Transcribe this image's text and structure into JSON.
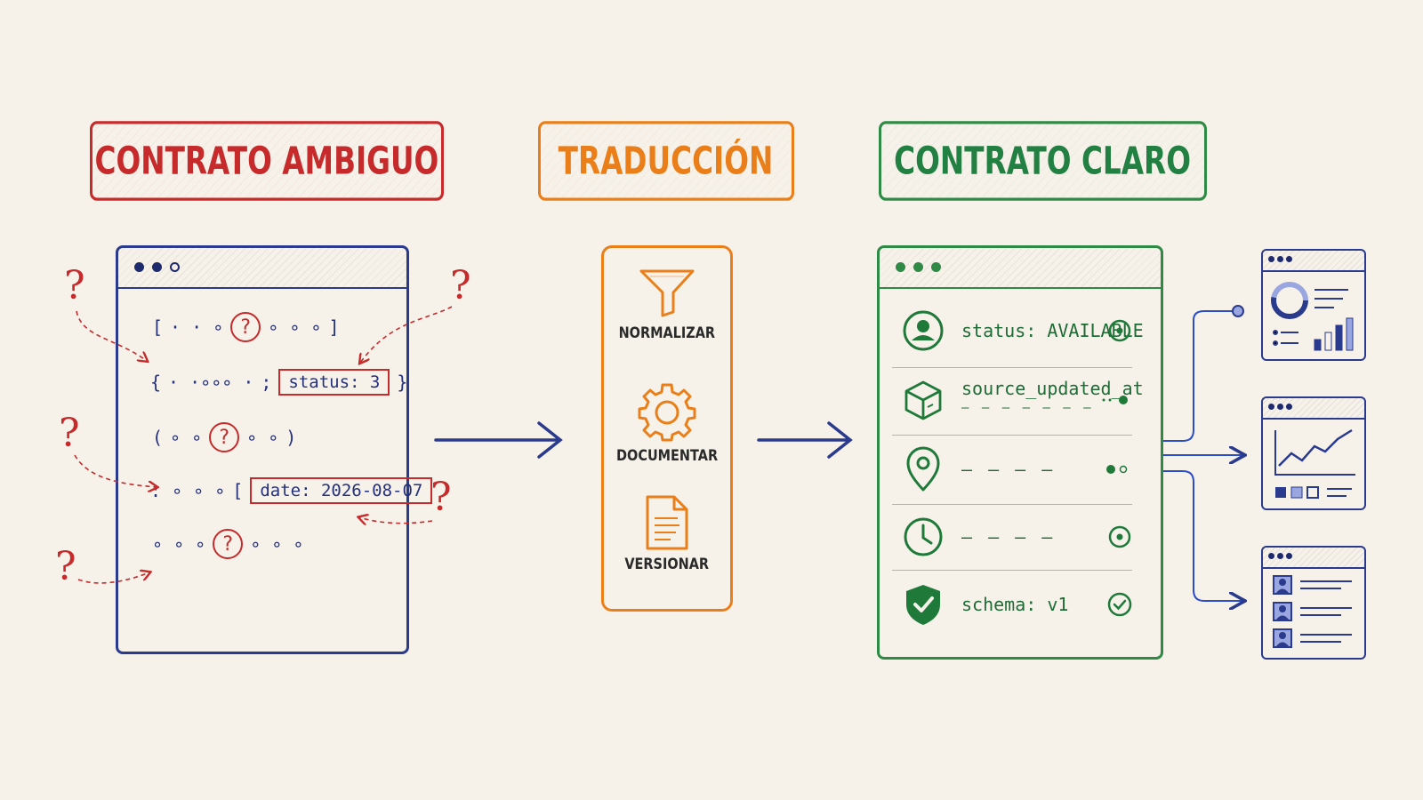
{
  "titles": {
    "ambiguous": "CONTRATO AMBIGUO",
    "translation": "TRADUCCIÓN",
    "clear": "CONTRATO CLARO"
  },
  "ambiguous_contract": {
    "line1": {
      "open": "[",
      "dots_a": "· · ∘",
      "question": "?",
      "dots_b": "∘ ∘ ∘",
      "close": "]"
    },
    "line2": {
      "open": "{",
      "dots": "· ·∘∘∘  ·",
      "sep": ";",
      "boxed": "status: 3",
      "close": "}"
    },
    "line3": {
      "open": "(",
      "dots_a": "∘ ∘",
      "question": "?",
      "dots_b": "∘ ∘",
      "close": ")"
    },
    "line4": {
      "prefix": ":  ∘ ∘ ∘",
      "bracket": "[",
      "boxed": "date: 2026-08-07"
    },
    "line5": {
      "dots_a": "∘ ∘ ∘",
      "question": "?",
      "dots_b": "∘ ∘ ∘"
    },
    "floating_question": "?"
  },
  "translation_steps": [
    {
      "icon": "funnel-icon",
      "label": "NORMALIZAR"
    },
    {
      "icon": "gear-icon",
      "label": "DOCUMENTAR"
    },
    {
      "icon": "document-icon",
      "label": "VERSIONAR"
    }
  ],
  "clear_contract": {
    "rows": [
      {
        "icon": "user-icon",
        "label": "status: AVAILABLE",
        "status": "radio-dot"
      },
      {
        "icon": "cube-icon",
        "label": "source_updated_at",
        "status": "dot"
      },
      {
        "icon": "location-pin-icon",
        "label": "",
        "status": "dot-pair"
      },
      {
        "icon": "clock-icon",
        "label": "",
        "status": "radio-dot"
      },
      {
        "icon": "shield-check-icon",
        "label": "schema: v1",
        "status": "check"
      }
    ]
  },
  "consumers": [
    {
      "icon": "dashboard-icon"
    },
    {
      "icon": "line-chart-icon"
    },
    {
      "icon": "user-list-icon"
    }
  ],
  "colors": {
    "red": "#c62a2a",
    "orange": "#ea7f1a",
    "green": "#2f8a45",
    "navy": "#2a3a8c",
    "background": "#f6f2ea"
  }
}
